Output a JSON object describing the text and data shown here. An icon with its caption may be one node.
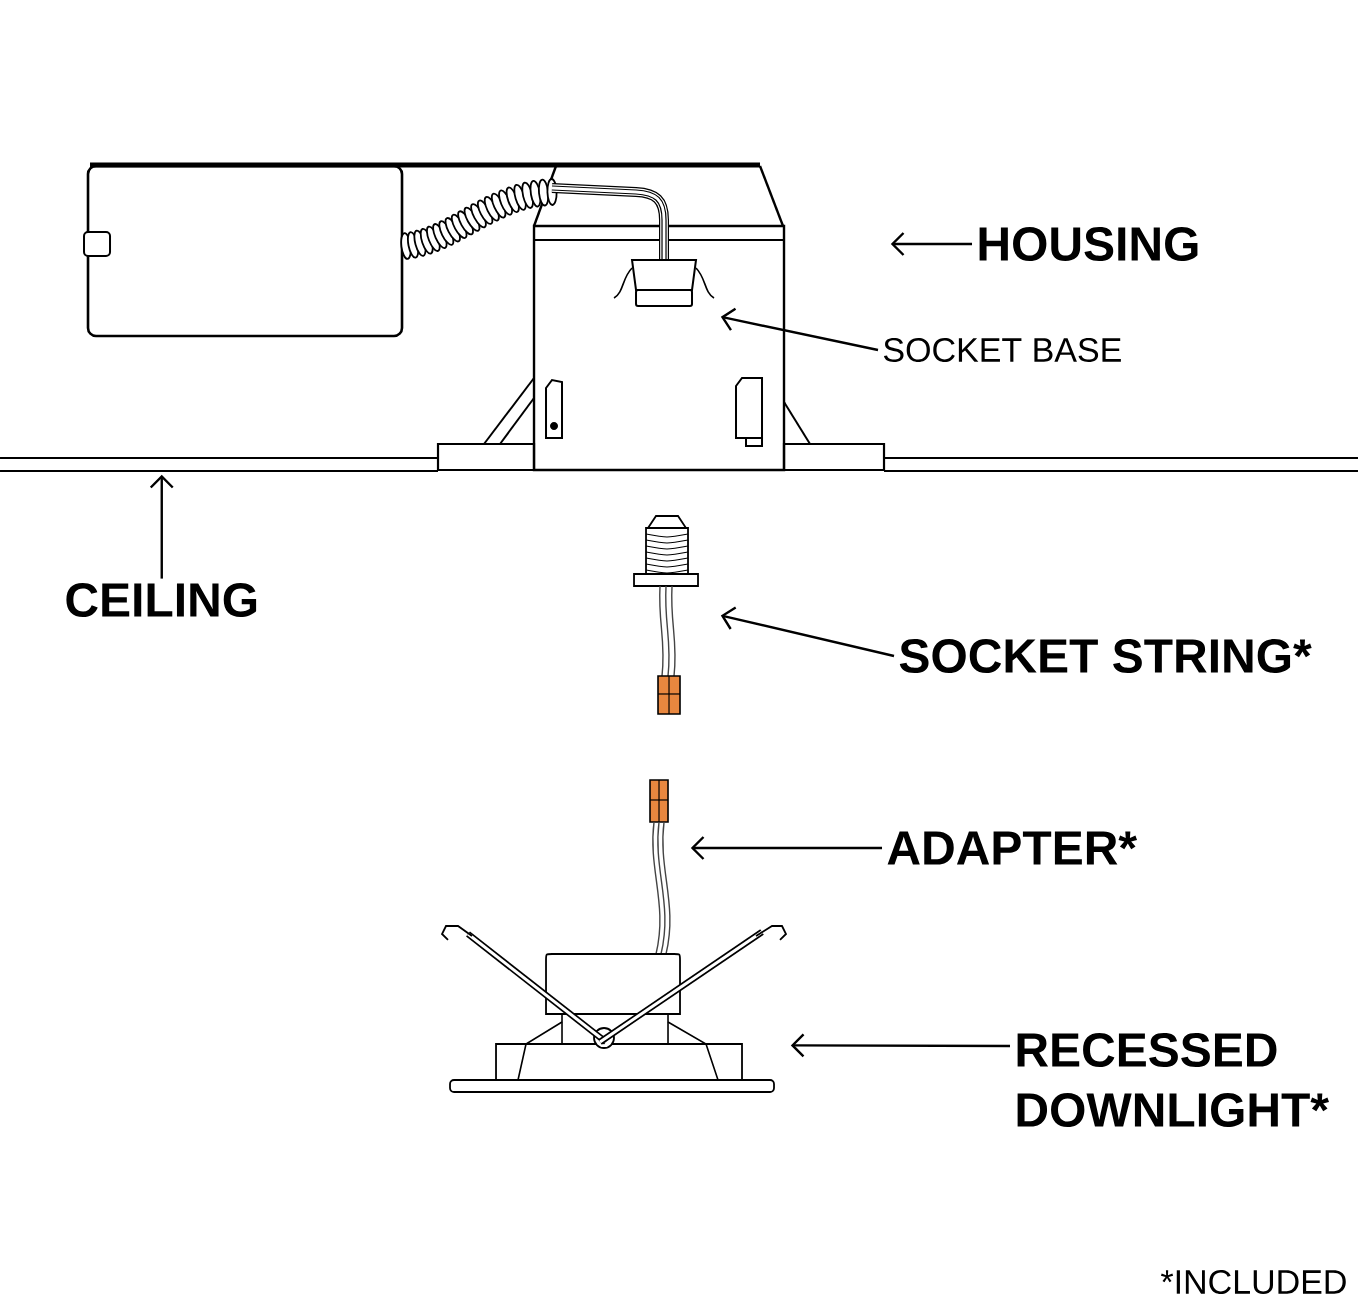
{
  "diagram": {
    "nodes": [
      {
        "text": [],
        "shape": "picture"
      },
      {
        "text": [
          "HOUSING"
        ]
      },
      {
        "text": [],
        "shape": "picture",
        "in": 0
      },
      {
        "text": [
          "SOCKET BASE"
        ]
      },
      {
        "text": [],
        "shape": "bar"
      },
      {
        "text": [
          "CEILING"
        ]
      },
      {
        "text": [],
        "shape": "picture"
      },
      {
        "text": [
          "SOCKET STRING*"
        ]
      },
      {
        "text": [],
        "shape": "picture"
      },
      {
        "text": [
          "ADAPTER*"
        ]
      },
      {
        "text": [],
        "shape": "picture"
      },
      {
        "text": [
          "RECESSED DOWNLIGHT*"
        ]
      }
    ],
    "edges": [
      {
        "from": 1,
        "to": 0,
        "arrow": "to"
      },
      {
        "from": 3,
        "to": 2,
        "arrow": "to"
      },
      {
        "from": 5,
        "to": 4,
        "arrow": "to"
      },
      {
        "from": 7,
        "to": 6,
        "arrow": "to"
      },
      {
        "from": 9,
        "to": 8,
        "arrow": "to"
      },
      {
        "from": 11,
        "to": 10,
        "arrow": "to"
      }
    ],
    "labels": [
      "*INCLUDED"
    ]
  }
}
